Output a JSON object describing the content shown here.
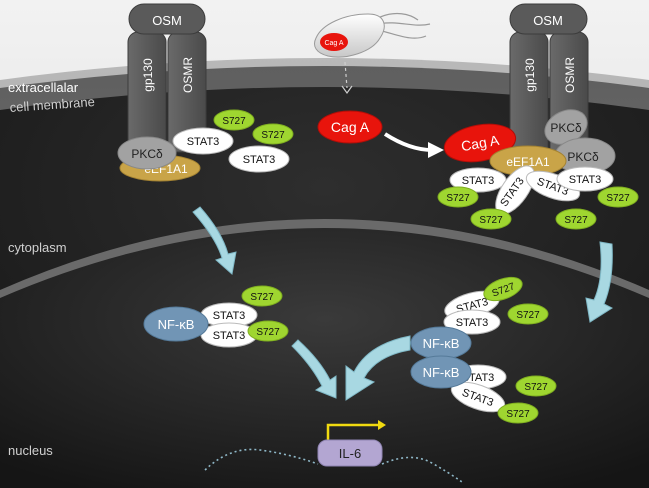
{
  "regions": {
    "extracellular": "extracellalar",
    "membrane": "cell membrane",
    "cytoplasm": "cytoplasm",
    "nucleus": "nucleus"
  },
  "labels": {
    "osm": "OSM",
    "gp130": "gp130",
    "osmr": "OSMR",
    "pkcd": "PKCδ",
    "eef1a1": "eEF1A1",
    "stat3": "STAT3",
    "s727": "S727",
    "caga": "Cag A",
    "nfkb": "NF-κB",
    "il6": "IL-6"
  },
  "colors": {
    "receptor": "#5e5e5e",
    "pkcd": "#a2a2a2",
    "eef1a1": "#c9a448",
    "stat3": "#ffffff",
    "s727": "#9fd630",
    "caga": "#e8140c",
    "nfkb": "#7195b5",
    "il6": "#b3a6d2",
    "transition_arrow": "#a8d8e2",
    "promoter_arrow": "#f1da10",
    "dna": "#8fb8c8"
  }
}
